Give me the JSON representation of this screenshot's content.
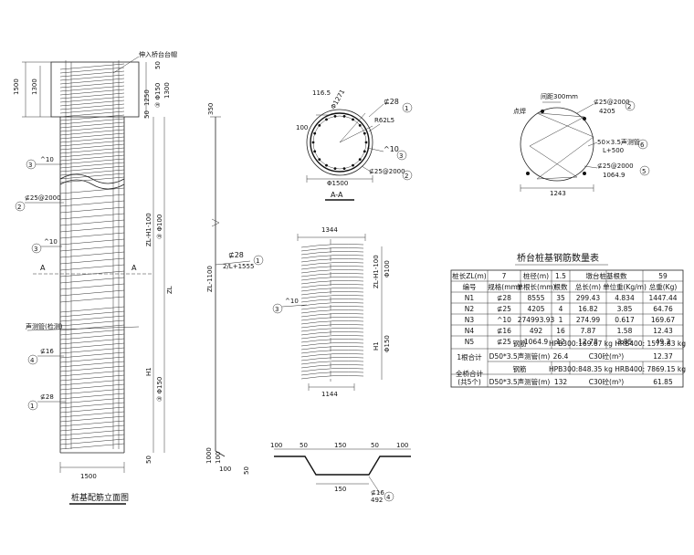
{
  "elevation": {
    "title": "桩基配筋立面图",
    "top_note": "伸入桥台台帽",
    "cut_label": "A",
    "dims_left": [
      "1500",
      "1300"
    ],
    "dims_right_top": [
      "50",
      "1250",
      "50"
    ],
    "dims_right_stack": [
      "③ Φ150",
      "1300"
    ],
    "dim_bottom": "1500",
    "dim_bottom_right": "50",
    "spacing_labels": [
      "ZL-H1-100",
      "③ Φ100",
      "ZL",
      "H1",
      "③ Φ150"
    ],
    "note_test": "声测管(检测)",
    "callouts": [
      {
        "num": "3",
        "text": "^10"
      },
      {
        "num": "2",
        "text": "⊈25@2000"
      },
      {
        "num": "3",
        "text": "^10"
      },
      {
        "num": "4",
        "text": "⊈16"
      },
      {
        "num": "1",
        "text": "⊈28"
      }
    ]
  },
  "main_bar": {
    "dim_top": "350",
    "label": "ZL-1100",
    "callout_text": "⊈28",
    "callout_sub": "2/L+1555",
    "callout_num": "1",
    "dim_bottom": [
      "1000",
      "100"
    ]
  },
  "section_aa": {
    "title": "A-A",
    "dim_outer": "Φ1500",
    "dims": [
      "116.5",
      "Φ1271",
      "100"
    ],
    "callouts": [
      {
        "num": "1",
        "text": "⊈28"
      },
      {
        "num": "",
        "text": "R62L5"
      },
      {
        "num": "3",
        "text": "^10"
      },
      {
        "num": "2",
        "text": "⊈25@2000"
      }
    ]
  },
  "spiral": {
    "dim_top": "1344",
    "dim_bottom": "1144",
    "callout": {
      "num": "3",
      "text": "^10"
    },
    "right_labels": [
      "ZL-H1-100",
      "Φ100",
      "H1",
      "Φ150"
    ]
  },
  "stiffener": {
    "top_dim": "间距300mm",
    "left_label": "点焊",
    "callouts": [
      {
        "num": "2",
        "text": "⊈25@2000",
        "sub": "4205"
      },
      {
        "num": "6",
        "text": "50×3.5声测管",
        "sub": "L+500"
      },
      {
        "num": "5",
        "text": "⊈25@2000",
        "sub": "1064.9"
      }
    ],
    "dim_bottom": "1243"
  },
  "hook": {
    "top_dims": [
      "100",
      "50",
      "150",
      "50",
      "100"
    ],
    "left_dims": [
      "50",
      "100"
    ],
    "bottom_dim": "150",
    "callout": {
      "num": "4",
      "text": "⊈16",
      "sub": "492"
    }
  },
  "table": {
    "title": "桥台桩基钢筋数量表",
    "header1": [
      "桩长ZL(m)",
      "7",
      "桩径(m)",
      "1.5",
      "墩台桩基根数",
      "59"
    ],
    "header2": [
      "编号",
      "规格(mm)",
      "单根长(mm)",
      "根数",
      "总长(m)",
      "单位重(Kg/m)",
      "总重(Kg)"
    ],
    "rows": [
      [
        "N1",
        "⊈28",
        "8555",
        "35",
        "299.43",
        "4.834",
        "1447.44"
      ],
      [
        "N2",
        "⊈25",
        "4205",
        "4",
        "16.82",
        "3.85",
        "64.76"
      ],
      [
        "N3",
        "^10",
        "274993.93",
        "1",
        "274.99",
        "0.617",
        "169.67"
      ],
      [
        "N4",
        "⊈16",
        "492",
        "16",
        "7.87",
        "1.58",
        "12.43"
      ],
      [
        "N5",
        "⊈25",
        "1064.9",
        "12",
        "12.78",
        "3.85",
        "49.2"
      ]
    ],
    "single_label": "1根合计",
    "single_steel_label": "钢筋",
    "single_steel_value": "HPB300:169.67 kg   HRB400: 1573.83 kg",
    "single_pipe_label": "D50*3.5声测管(m)",
    "single_pipe_value": "26.4",
    "single_conc_label": "C30砼(m³)",
    "single_conc_value": "12.37",
    "total_label": "全桥合计",
    "total_sub": "(共5个)",
    "total_steel_label": "钢筋",
    "total_steel_value": "HPB300:848.35 kg   HRB400: 7869.15 kg",
    "total_pipe_label": "D50*3.5声测管(m)",
    "total_pipe_value": "132",
    "total_conc_label": "C30砼(m³)",
    "total_conc_value": "61.85"
  }
}
